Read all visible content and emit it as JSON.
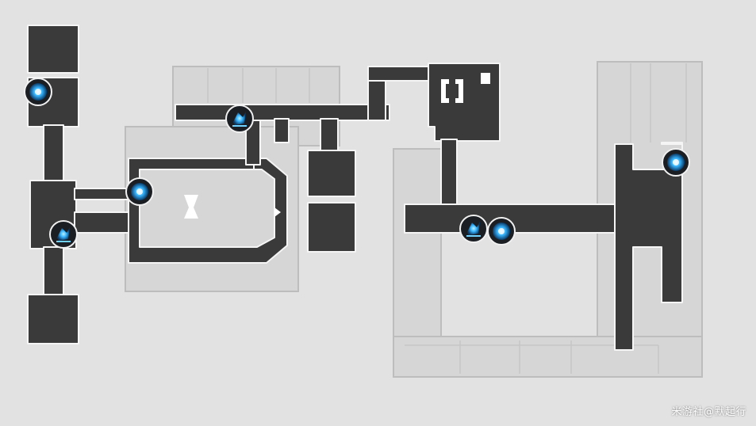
{
  "map": {
    "colors": {
      "background": "#e2e2e2",
      "floor_light": "#d6d6d6",
      "floor_light_edge": "#bdbdbd",
      "path_dark": "#3a3a3a",
      "path_edge": "#f5f5f5",
      "marker_glow": "#4fc3ff",
      "marker_ring": "#1b1f24"
    },
    "markers": [
      {
        "id": "anchor-1",
        "icon": "space-anchor-icon"
      },
      {
        "id": "anchor-2",
        "icon": "space-anchor-icon"
      },
      {
        "id": "anchor-3",
        "icon": "space-anchor-icon"
      },
      {
        "id": "anchor-4",
        "icon": "space-anchor-icon"
      },
      {
        "id": "anchor-5",
        "icon": "space-anchor-icon"
      },
      {
        "id": "warp-1",
        "icon": "warp-trotter-icon"
      },
      {
        "id": "warp-2",
        "icon": "warp-trotter-icon"
      },
      {
        "id": "warp-3",
        "icon": "warp-trotter-icon"
      }
    ]
  },
  "watermark": {
    "text": "米游社@默起行"
  }
}
